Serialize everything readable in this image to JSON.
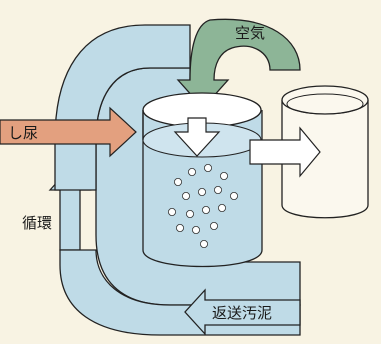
{
  "labels": {
    "air": "空気",
    "night_soil": "し尿",
    "circulation": "循環",
    "return_sludge": "返送汚泥"
  },
  "colors": {
    "background": "#f8f3e3",
    "water_blue": "#bfdbe7",
    "air_green": "#8db597",
    "inflow_salmon": "#e3a07f",
    "outline": "#222222"
  },
  "air_bubble_count": 16
}
